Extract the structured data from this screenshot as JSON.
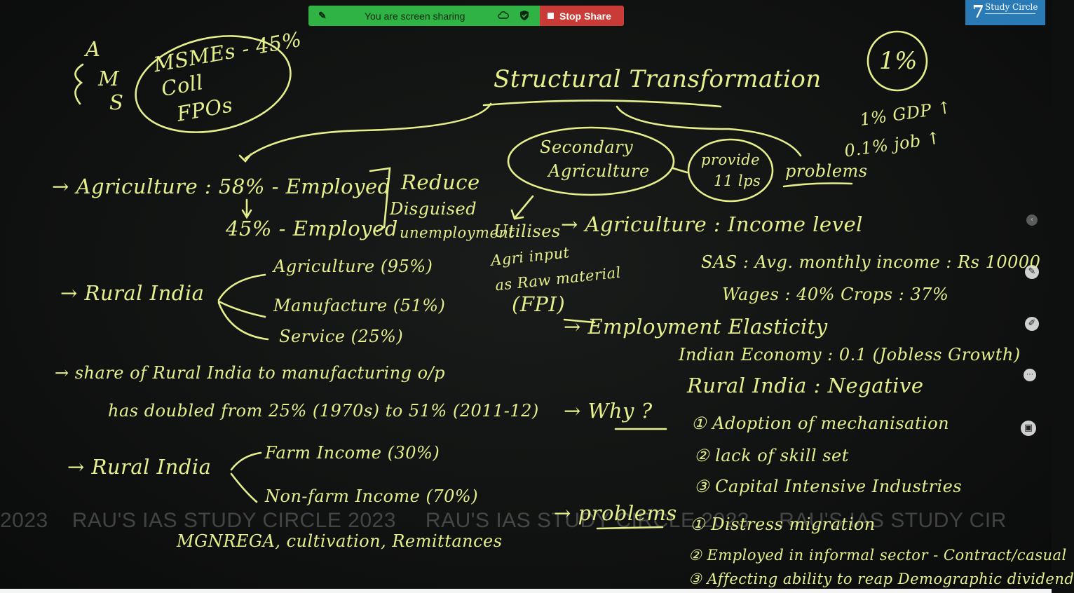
{
  "screen_share": {
    "status_text": "You are screen sharing",
    "stop_label": "Stop Share"
  },
  "logo": {
    "name": "Study Circle",
    "glyph": "7"
  },
  "watermark": {
    "items": [
      "2023",
      "RAU'S IAS STUDY CIRCLE 2023",
      "RAU'S IAS STUDY CIRCLE 2023",
      "RAU'S IAS STUDY CIR"
    ]
  },
  "board": {
    "ams": {
      "a": "A",
      "m": "M",
      "s": "S"
    },
    "msme_bubble": [
      "MSMEs - 45%",
      "Coll",
      "FPOs"
    ],
    "title": "Structural Transformation",
    "one_percent": "1%",
    "gdp_note": "1% GDP ↑",
    "job_note": "0.1% job ↑",
    "secondary_agri": [
      "Secondary",
      "Agriculture"
    ],
    "provide_bubble": [
      "provide",
      "11 lps"
    ],
    "problems": "problems",
    "agri_line": "→ Agriculture :  58% - Employed",
    "employed_45": "45% - Employed",
    "reduce": [
      "Reduce",
      "Disguised",
      "unemployment"
    ],
    "utilises": "Utilises",
    "agri_income": "→ Agriculture : Income level",
    "agri_input": [
      "Agri input",
      "as Raw material",
      "(FPI)"
    ],
    "sas": "SAS : Avg. monthly income : Rs 10000",
    "wages": "Wages : 40%      Crops : 37%",
    "rural_india_1": "→  Rural India",
    "rural_splits": [
      "Agriculture (95%)",
      "Manufacture (51%)",
      "Service (25%)"
    ],
    "employment_elasticity": "→ Employment Elasticity",
    "indian_economy": "Indian Economy :  0.1  (Jobless Growth)",
    "rural_negative": "Rural India  :  Negative",
    "share_line_1": "→ share of Rural India to manufacturing o/p",
    "share_line_2": "has doubled from 25% (1970s) to 51% (2011-12)",
    "why": "→ Why ?",
    "reasons": [
      "① Adoption of mechanisation",
      "② lack of skill set",
      "③ Capital Intensive Industries"
    ],
    "rural_india_2": "→  Rural India",
    "farm_income": "Farm Income (30%)",
    "nonfarm_income": "Non-farm Income (70%)",
    "mnrega": "MGNREGA, cultivation, Remittances",
    "problems_2": "→ problems",
    "problems_list": [
      "① Distress migration",
      "② Employed in informal sector - Contract/casual",
      "③ Affecting ability to reap Demographic dividend"
    ]
  }
}
